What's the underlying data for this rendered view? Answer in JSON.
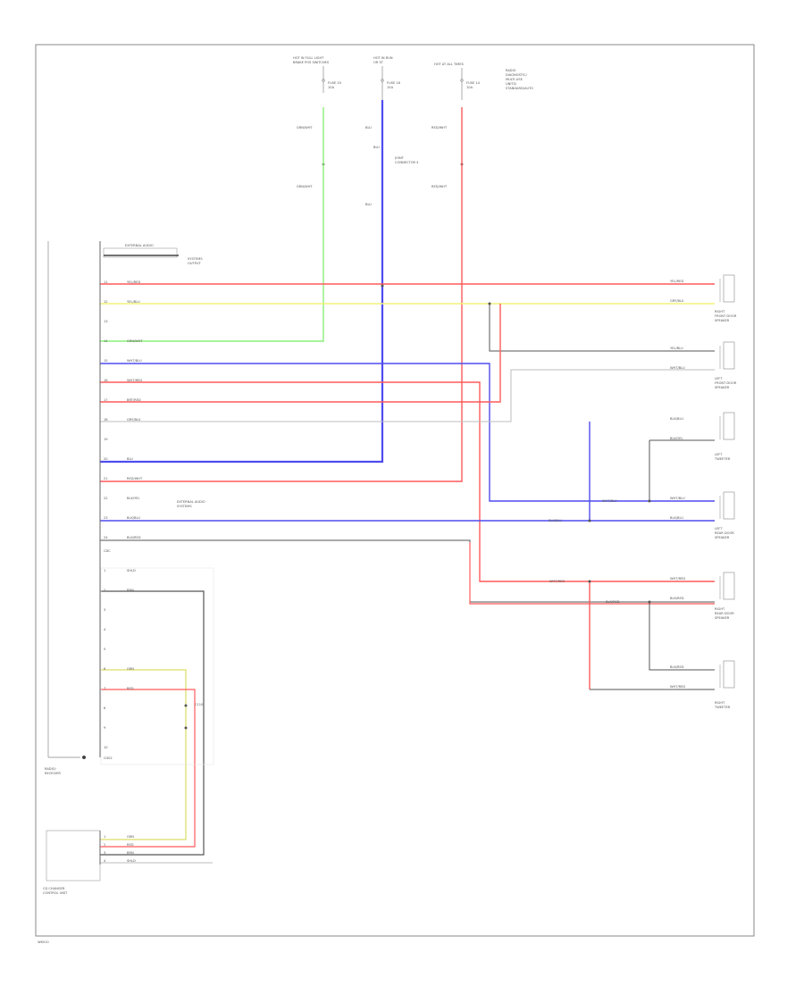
{
  "colors": {
    "red": "#ff5a5a",
    "green": "#8cf07a",
    "blue": "#4f4cf0",
    "yellow": "#f2f27a",
    "black": "#555555",
    "gray": "#bdbdbd",
    "yel_grn": "#dddd66"
  },
  "feeds": {
    "left": {
      "lines": [
        "HOT IN FULL LIGHT",
        "BRAKE POS SWITCHES"
      ],
      "fuse": [
        "FUSE 20",
        "10A"
      ],
      "wire": "GRN/WHT",
      "wire2": "GRN/WHT"
    },
    "mid": {
      "lines": [
        "HOT IN RUN",
        "OR ST"
      ],
      "fuse": [
        "FUSE 18",
        "15A"
      ],
      "wire": "BLU",
      "mid": "BLU",
      "conn": [
        "JOINT",
        "CONNECTOR 4"
      ],
      "wire2": "BLU"
    },
    "right": {
      "lines": [
        "HOT AT ALL TIMES"
      ],
      "fuse": [
        "FUSE 14",
        "10A"
      ],
      "note": [
        "RADIO",
        "DIAGNOSTIC/",
        "MULTI-USE",
        "UNITS/",
        "STANDARD/AUTO"
      ],
      "wire": "RED/WHT",
      "wire2": "RED/WHT"
    }
  },
  "radio": {
    "name": [
      "RADIO/",
      "RECEIVER"
    ],
    "top_note": [
      "EXTERNAL AUDIO",
      "SYSTEMS",
      "OUTPUT"
    ],
    "ground": "G302",
    "rows": [
      {
        "pin": "11",
        "wire": "YEL/RED"
      },
      {
        "pin": "12",
        "wire": "YEL/BLU"
      },
      {
        "pin": "13",
        "wire": ""
      },
      {
        "pin": "14",
        "wire": "GRN/WHT"
      },
      {
        "pin": "15",
        "wire": "WHT/BLU"
      },
      {
        "pin": "16",
        "wire": "WHT/RED"
      },
      {
        "pin": "17",
        "wire": "BRT/RED"
      },
      {
        "pin": "18",
        "wire": "GRY/BLU"
      },
      {
        "pin": "19",
        "wire": ""
      },
      {
        "pin": "20",
        "wire": "BLU"
      },
      {
        "pin": "21",
        "wire": "RED/WHT"
      },
      {
        "pin": "22",
        "wire": "BLK/YEL"
      },
      {
        "pin": "23",
        "wire": "BLK/BLU"
      },
      {
        "pin": "24",
        "wire": "BLK/RED"
      }
    ],
    "aux_note": [
      "EXTERNAL AUDIO",
      "SYSTEMS"
    ],
    "lower_label": "CDC",
    "lower_rows": [
      {
        "pin": "1",
        "wire": "SHLD"
      },
      {
        "pin": "2",
        "wire": "BRN"
      },
      {
        "pin": "3",
        "wire": ""
      },
      {
        "pin": "4",
        "wire": ""
      },
      {
        "pin": "5",
        "wire": ""
      },
      {
        "pin": "6",
        "wire": "GRN"
      },
      {
        "pin": "7",
        "wire": "RED"
      },
      {
        "pin": "8",
        "wire": ""
      },
      {
        "pin": "9",
        "wire": ""
      },
      {
        "pin": "10",
        "wire": ""
      }
    ],
    "conn_code": "C110"
  },
  "cd": {
    "name": [
      "CD CHANGER",
      "CONTROL UNIT"
    ],
    "rows": [
      {
        "pin": "1",
        "wire": "GRN"
      },
      {
        "pin": "2",
        "wire": "RED"
      },
      {
        "pin": "3",
        "wire": "BRN"
      },
      {
        "pin": "4",
        "wire": "SHLD"
      }
    ]
  },
  "speakers": [
    {
      "name": [
        "RIGHT",
        "FRONT DOOR",
        "SPEAKER"
      ],
      "w1": "YEL/RED",
      "w2": "GRY/BLU"
    },
    {
      "name": [
        "LEFT",
        "FRONT DOOR",
        "SPEAKER"
      ],
      "w1": "YEL/BLU",
      "w2": "WHT/BLU"
    },
    {
      "name": [
        "LEFT",
        "TWEETER"
      ],
      "w1": "BLK/BLU",
      "w2": "BLK/YEL"
    },
    {
      "name": [
        "LEFT",
        "REAR DOOR",
        "SPEAKER"
      ],
      "w1": "WHT/BLU",
      "w2": "BLK/BLU"
    },
    {
      "name": [
        "RIGHT",
        "REAR DOOR",
        "SPEAKER"
      ],
      "w1": "WHT/RED",
      "w2": "BLK/RED"
    },
    {
      "name": [
        "RIGHT",
        "TWEETER"
      ],
      "w1": "BLK/RED",
      "w2": "WHT/RED"
    }
  ],
  "splices": [
    "WHT/BLU",
    "BLK/BLU",
    "WHT/RED",
    "BLK/RED"
  ],
  "footer": "W6010"
}
